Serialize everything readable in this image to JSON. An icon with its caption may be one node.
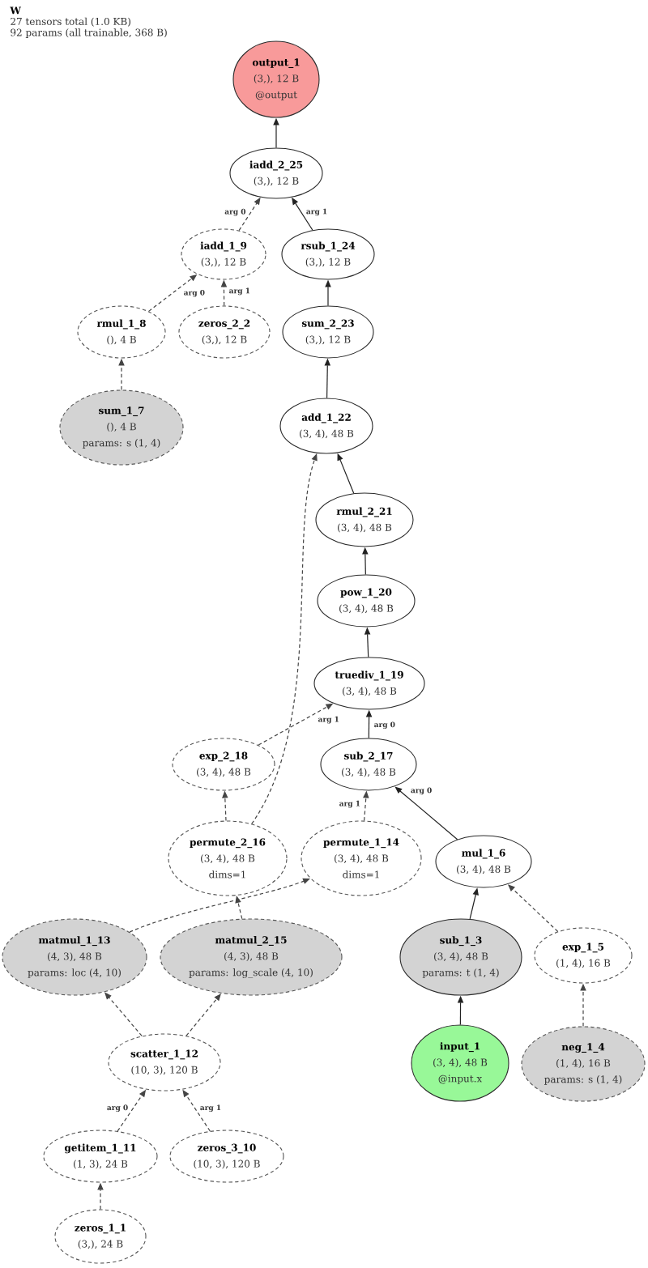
{
  "diagram": {
    "title": "W",
    "nodes": [
      {
        "text": [
          "output_1",
          "(3,), 12 B",
          "@output"
        ]
      },
      {
        "text": [
          "iadd_2_25",
          "(3,), 12 B"
        ]
      },
      {
        "text": [
          "iadd_1_9",
          "(3,), 12 B"
        ]
      },
      {
        "text": [
          "rsub_1_24",
          "(3,), 12 B"
        ]
      },
      {
        "text": [
          "rmul_1_8",
          "(), 4 B"
        ]
      },
      {
        "text": [
          "zeros_2_2",
          "(3,), 12 B"
        ]
      },
      {
        "text": [
          "sum_2_23",
          "(3,), 12 B"
        ]
      },
      {
        "text": [
          "sum_1_7",
          "(), 4 B",
          "params: s (1, 4)"
        ]
      },
      {
        "text": [
          "add_1_22",
          "(3, 4), 48 B"
        ]
      },
      {
        "text": [
          "rmul_2_21",
          "(3, 4), 48 B"
        ]
      },
      {
        "text": [
          "pow_1_20",
          "(3, 4), 48 B"
        ]
      },
      {
        "text": [
          "truediv_1_19",
          "(3, 4), 48 B"
        ]
      },
      {
        "text": [
          "exp_2_18",
          "(3, 4), 48 B"
        ]
      },
      {
        "text": [
          "sub_2_17",
          "(3, 4), 48 B"
        ]
      },
      {
        "text": [
          "permute_2_16",
          "(3, 4), 48 B",
          "dims=1"
        ]
      },
      {
        "text": [
          "permute_1_14",
          "(3, 4), 48 B",
          "dims=1"
        ]
      },
      {
        "text": [
          "mul_1_6",
          "(3, 4), 48 B"
        ]
      },
      {
        "text": [
          "matmul_1_13",
          "(4, 3), 48 B",
          "params: loc (4, 10)"
        ]
      },
      {
        "text": [
          "matmul_2_15",
          "(4, 3), 48 B",
          "params: log_scale (4, 10)"
        ]
      },
      {
        "text": [
          "sub_1_3",
          "(3, 4), 48 B",
          "params: t (1, 4)"
        ]
      },
      {
        "text": [
          "exp_1_5",
          "(1, 4), 16 B"
        ]
      },
      {
        "text": [
          "scatter_1_12",
          "(10, 3), 120 B"
        ]
      },
      {
        "text": [
          "input_1",
          "(3, 4), 48 B",
          "@input.x"
        ]
      },
      {
        "text": [
          "neg_1_4",
          "(1, 4), 16 B",
          "params: s (1, 4)"
        ]
      },
      {
        "text": [
          "getitem_1_11",
          "(1, 3), 24 B"
        ]
      },
      {
        "text": [
          "zeros_3_10",
          "(10, 3), 120 B"
        ]
      },
      {
        "text": [
          "zeros_1_1",
          "(3,), 24 B"
        ]
      }
    ],
    "edges": [
      {
        "from": 1,
        "to": 0,
        "arrow": "to"
      },
      {
        "from": 2,
        "to": 1,
        "arrow": "to",
        "label": "arg 0",
        "style": "dashed"
      },
      {
        "from": 3,
        "to": 1,
        "arrow": "to",
        "label": "arg 1"
      },
      {
        "from": 4,
        "to": 2,
        "arrow": "to",
        "label": "arg 0",
        "style": "dashed"
      },
      {
        "from": 5,
        "to": 2,
        "arrow": "to",
        "label": "arg 1",
        "style": "dashed"
      },
      {
        "from": 6,
        "to": 3,
        "arrow": "to"
      },
      {
        "from": 7,
        "to": 4,
        "arrow": "to",
        "style": "dashed"
      },
      {
        "from": 8,
        "to": 6,
        "arrow": "to"
      },
      {
        "from": 14,
        "to": 8,
        "arrow": "to",
        "style": "dashed"
      },
      {
        "from": 9,
        "to": 8,
        "arrow": "to"
      },
      {
        "from": 10,
        "to": 9,
        "arrow": "to"
      },
      {
        "from": 11,
        "to": 10,
        "arrow": "to"
      },
      {
        "from": 12,
        "to": 11,
        "arrow": "to",
        "label": "arg 1",
        "style": "dashed"
      },
      {
        "from": 13,
        "to": 11,
        "arrow": "to",
        "label": "arg 0"
      },
      {
        "from": 14,
        "to": 12,
        "arrow": "to",
        "style": "dashed"
      },
      {
        "from": 15,
        "to": 13,
        "arrow": "to",
        "label": "arg 1",
        "style": "dashed"
      },
      {
        "from": 16,
        "to": 13,
        "arrow": "to",
        "label": "arg 0"
      },
      {
        "from": 17,
        "to": 15,
        "arrow": "to",
        "style": "dashed"
      },
      {
        "from": 18,
        "to": 14,
        "arrow": "to",
        "style": "dashed"
      },
      {
        "from": 19,
        "to": 16,
        "arrow": "to"
      },
      {
        "from": 20,
        "to": 16,
        "arrow": "to",
        "style": "dashed"
      },
      {
        "from": 21,
        "to": 17,
        "arrow": "to",
        "style": "dashed"
      },
      {
        "from": 21,
        "to": 18,
        "arrow": "to",
        "style": "dashed"
      },
      {
        "from": 22,
        "to": 19,
        "arrow": "to"
      },
      {
        "from": 23,
        "to": 20,
        "arrow": "to",
        "style": "dashed"
      },
      {
        "from": 24,
        "to": 21,
        "arrow": "to",
        "label": "arg 0",
        "style": "dashed"
      },
      {
        "from": 25,
        "to": 21,
        "arrow": "to",
        "label": "arg 1",
        "style": "dashed"
      },
      {
        "from": 26,
        "to": 24,
        "arrow": "to",
        "style": "dashed"
      }
    ],
    "labels": [
      "27 tensors total (1.0 KB)",
      "92 params (all trainable, 368 B)"
    ]
  }
}
